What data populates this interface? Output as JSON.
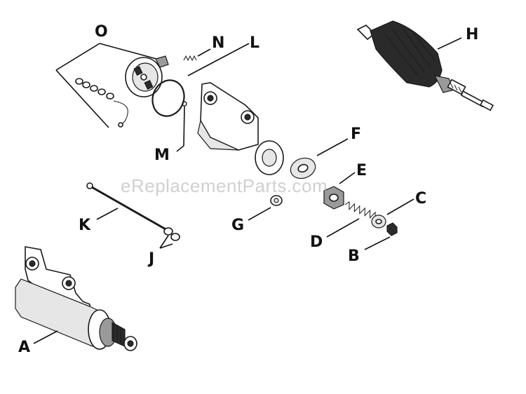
{
  "watermark": "eReplacementParts.com",
  "callouts": {
    "A": "A",
    "B": "B",
    "C": "C",
    "D": "D",
    "E": "E",
    "F": "F",
    "G": "G",
    "H": "H",
    "J": "J",
    "K": "K",
    "L": "L",
    "M": "M",
    "N": "N",
    "O": "O"
  }
}
